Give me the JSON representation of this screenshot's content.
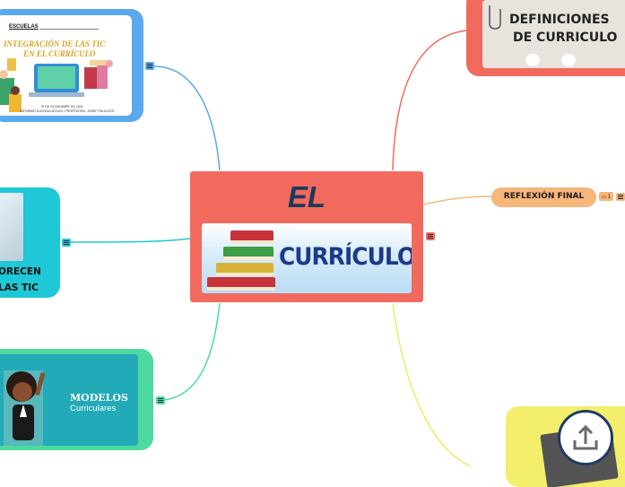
{
  "central": {
    "title": "EL",
    "banner_word": "CURRÍCULO",
    "color": "#f26a5e",
    "title_color": "#1b3a5c",
    "banner_color": "#1b3a8c"
  },
  "topics": {
    "integracion": {
      "color": "#5aa8ee",
      "tag": "ESCUELAS",
      "line1": "INTEGRACIÓN DE LAS TIC",
      "line2": "EN EL CURRÍCULO",
      "footer1": "9º DE NOVIEMBRE DE 2021",
      "footer2": "INFORMÁTICA EDUCATIVA II: PROFESORA: JOSEF PALACIOS"
    },
    "favorecen": {
      "color": "#1fc8d6",
      "line1": "ORECEN",
      "line2": "LAS TIC"
    },
    "modelos": {
      "color": "#4dd9a0",
      "inner_color": "#22aab8",
      "line1": "MODELOS",
      "line2": "Curriculares"
    },
    "definiciones": {
      "color": "#f26a5e",
      "line1": "DEFINICIONES",
      "line2": "DE CURRICULO",
      "bubble1": "",
      "bubble2": ""
    },
    "reflexion": {
      "color": "#f7b67a",
      "label": "REFLEXIÓN FINAL",
      "comment_count": "1"
    },
    "descarga": {
      "color": "#f3ee6c",
      "icon": "download-icon"
    }
  },
  "connectors": {
    "integracion": "#5aa8ee",
    "favorecen": "#1fc8d6",
    "modelos": "#4dd9a0",
    "definiciones": "#f26a5e",
    "reflexion": "#f7b67a",
    "descarga": "#f3e96a"
  }
}
